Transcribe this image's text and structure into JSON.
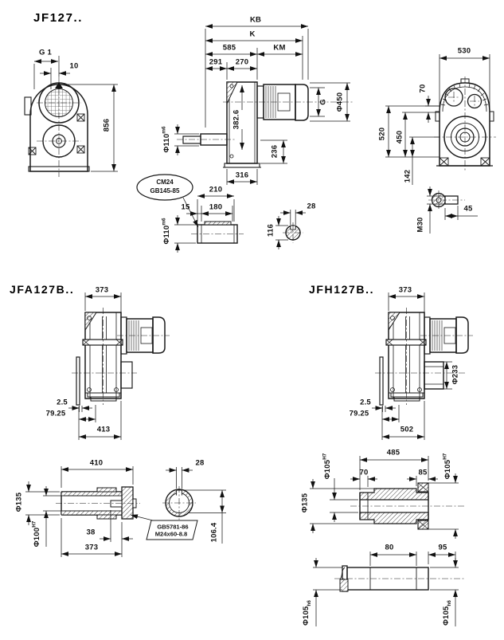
{
  "page_bg": "#ffffff",
  "ink": "#1a1a1a",
  "jf127": {
    "title": "JF127..",
    "front": {
      "g1": "G 1",
      "offset10": "10",
      "height856": "856"
    },
    "side": {
      "kb": "KB",
      "k": "K",
      "len585": "585",
      "km": "KM",
      "len291": "291",
      "len270": "270",
      "shaft_dia": "Φ110",
      "shaft_tol": "m6",
      "height3826": "382.6",
      "height236": "236",
      "width316": "316",
      "g": "G",
      "fan_dia": "Φ450"
    },
    "rear": {
      "width530": "530",
      "off70": "70",
      "height520": "520",
      "height450": "450",
      "height142": "142",
      "thread": "M30",
      "len45": "45"
    }
  },
  "center_hole": {
    "line1": "CM24",
    "line2": "GB145-85"
  },
  "shaft_end": {
    "len210": "210",
    "len15": "15",
    "len180": "180",
    "dia": "Φ110",
    "tol": "m6"
  },
  "input_section": {
    "width28": "28",
    "height116": "116"
  },
  "jfa127": {
    "title": "JFA127B..",
    "width373": "373",
    "gap25": "2.5",
    "off7925": "79.25",
    "width413": "413"
  },
  "jfh127": {
    "title": "JFH127B..",
    "width373": "373",
    "cover_dia": "Φ233",
    "gap25": "2.5",
    "off7925": "79.25",
    "width502": "502"
  },
  "hollow_shaft": {
    "len410": "410",
    "dia135": "Φ135",
    "bore": "Φ100",
    "bore_tol": "H7",
    "len38": "38",
    "len373": "373",
    "key28": "28",
    "key_h": "106.4",
    "note1": "GB5781-86",
    "note2": "M24x60-8.8"
  },
  "bushing": {
    "len485": "485",
    "bore_l": "Φ105",
    "bore_l_tol": "H7",
    "bore_r": "Φ105",
    "bore_r_tol": "H7",
    "len70": "70",
    "len85": "85",
    "dia135": "Φ135",
    "len80": "80",
    "len95": "95",
    "shaft_l": "Φ105",
    "shaft_l_tol": "h6",
    "shaft_r": "Φ105",
    "shaft_r_tol": "h6"
  }
}
